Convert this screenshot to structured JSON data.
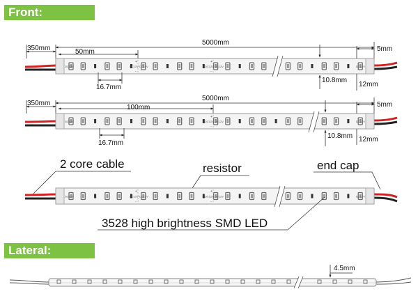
{
  "sections": {
    "front": "Front:",
    "lateral": "Lateral:"
  },
  "strip1": {
    "lead": "350mm",
    "total": "5000mm",
    "segment": "50mm",
    "pitch": "16.7mm",
    "width": "10.8mm",
    "endcap": "5mm",
    "height": "12mm"
  },
  "strip2": {
    "lead": "350mm",
    "total": "5000mm",
    "segment": "100mm",
    "pitch": "16.7mm",
    "width": "10.8mm",
    "endcap": "5mm",
    "height": "12mm"
  },
  "callouts": {
    "cable": "2 core cable",
    "resistor": "resistor",
    "endcap": "end cap",
    "led": "3528 high brightness SMD LED"
  },
  "lateral": {
    "thickness": "4.5mm"
  },
  "pcb_marks": {
    "voltage": "DC12V",
    "plus": "+",
    "minus": "-"
  },
  "colors": {
    "banner": "#7dc242",
    "strip_fill": "#f4f4f4",
    "strip_outline": "#9a9a9a",
    "led": "#6a6a6a",
    "wire_red": "#d32020",
    "wire_black": "#222222"
  }
}
